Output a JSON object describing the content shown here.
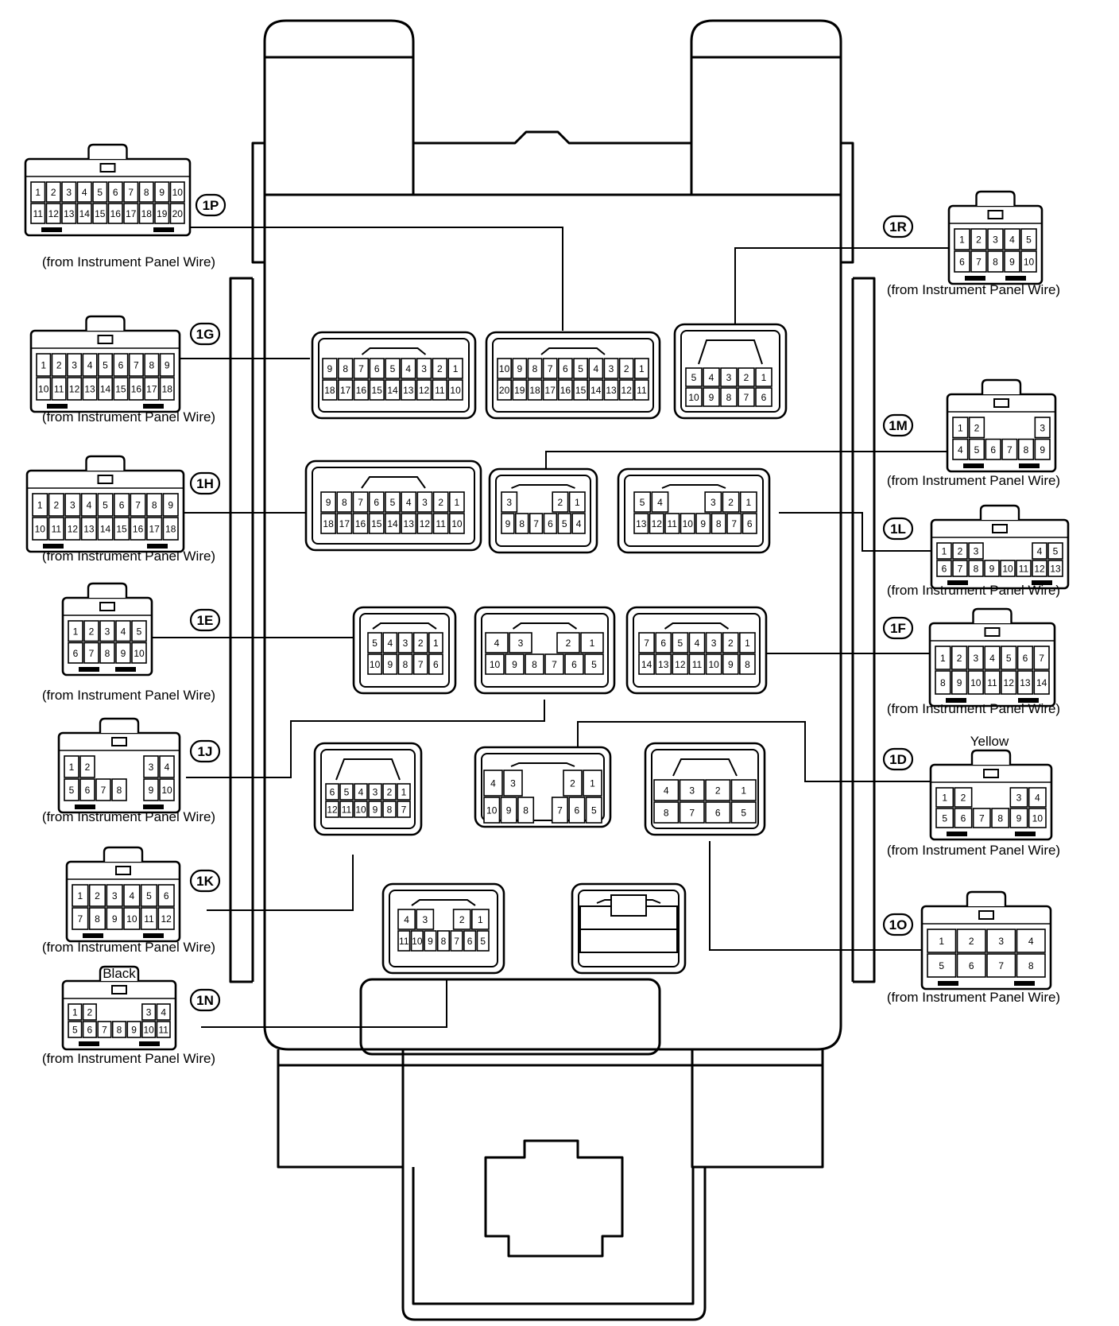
{
  "diagram": {
    "subtitle": "(from Instrument Panel Wire)",
    "connectors": [
      {
        "id": "1P",
        "rows": [
          [
            "1",
            "2",
            "3",
            "4",
            "5",
            "6",
            "7",
            "8",
            "9",
            "10"
          ],
          [
            "11",
            "12",
            "13",
            "14",
            "15",
            "16",
            "17",
            "18",
            "19",
            "20"
          ]
        ]
      },
      {
        "id": "1G",
        "rows": [
          [
            "1",
            "2",
            "3",
            "4",
            "5",
            "6",
            "7",
            "8",
            "9"
          ],
          [
            "10",
            "11",
            "12",
            "13",
            "14",
            "15",
            "16",
            "17",
            "18"
          ]
        ]
      },
      {
        "id": "1H",
        "rows": [
          [
            "1",
            "2",
            "3",
            "4",
            "5",
            "6",
            "7",
            "8",
            "9"
          ],
          [
            "10",
            "11",
            "12",
            "13",
            "14",
            "15",
            "16",
            "17",
            "18"
          ]
        ]
      },
      {
        "id": "1E",
        "rows": [
          [
            "1",
            "2",
            "3",
            "4",
            "5"
          ],
          [
            "6",
            "7",
            "8",
            "9",
            "10"
          ]
        ]
      },
      {
        "id": "1J",
        "rows": [
          [
            "1",
            "2",
            "",
            "",
            "",
            "3",
            "4"
          ],
          [
            "5",
            "6",
            "7",
            "8",
            "",
            "9",
            "10"
          ]
        ]
      },
      {
        "id": "1K",
        "rows": [
          [
            "1",
            "2",
            "3",
            "4",
            "5",
            "6"
          ],
          [
            "7",
            "8",
            "9",
            "10",
            "11",
            "12"
          ]
        ]
      },
      {
        "id": "1N",
        "color": "Black",
        "rows": [
          [
            "1",
            "2",
            "",
            "",
            "",
            "3",
            "4"
          ],
          [
            "5",
            "6",
            "7",
            "8",
            "9",
            "10",
            "11"
          ]
        ]
      },
      {
        "id": "1R",
        "rows": [
          [
            "1",
            "2",
            "3",
            "4",
            "5"
          ],
          [
            "6",
            "7",
            "8",
            "9",
            "10"
          ]
        ]
      },
      {
        "id": "1M",
        "rows": [
          [
            "1",
            "2",
            "",
            "",
            "",
            "3"
          ],
          [
            "4",
            "5",
            "6",
            "7",
            "8",
            "9"
          ]
        ]
      },
      {
        "id": "1L",
        "rows": [
          [
            "1",
            "2",
            "3",
            "",
            "",
            "",
            "4",
            "5"
          ],
          [
            "6",
            "7",
            "8",
            "9",
            "10",
            "11",
            "12",
            "13"
          ]
        ]
      },
      {
        "id": "1F",
        "rows": [
          [
            "1",
            "2",
            "3",
            "4",
            "5",
            "6",
            "7"
          ],
          [
            "8",
            "9",
            "10",
            "11",
            "12",
            "13",
            "14"
          ]
        ]
      },
      {
        "id": "1D",
        "color": "Yellow",
        "rows": [
          [
            "1",
            "2",
            "",
            "",
            "3",
            "4"
          ],
          [
            "5",
            "6",
            "7",
            "8",
            "9",
            "10"
          ]
        ]
      },
      {
        "id": "1O",
        "rows": [
          [
            "1",
            "2",
            "3",
            "4"
          ],
          [
            "5",
            "6",
            "7",
            "8"
          ]
        ]
      }
    ],
    "sockets": [
      {
        "rows": [
          [
            "9",
            "8",
            "7",
            "6",
            "5",
            "4",
            "3",
            "2",
            "1"
          ],
          [
            "18",
            "17",
            "16",
            "15",
            "14",
            "13",
            "12",
            "11",
            "10"
          ]
        ]
      },
      {
        "rows": [
          [
            "10",
            "9",
            "8",
            "7",
            "6",
            "5",
            "4",
            "3",
            "2",
            "1"
          ],
          [
            "20",
            "19",
            "18",
            "17",
            "16",
            "15",
            "14",
            "13",
            "12",
            "11"
          ]
        ]
      },
      {
        "rows": [
          [
            "5",
            "4",
            "3",
            "2",
            "1"
          ],
          [
            "10",
            "9",
            "8",
            "7",
            "6"
          ]
        ]
      },
      {
        "rows": [
          [
            "9",
            "8",
            "7",
            "6",
            "5",
            "4",
            "3",
            "2",
            "1"
          ],
          [
            "18",
            "17",
            "16",
            "15",
            "14",
            "13",
            "12",
            "11",
            "10"
          ]
        ]
      },
      {
        "rows": [
          [
            "3",
            "",
            "",
            "2",
            "1"
          ],
          [
            "9",
            "8",
            "7",
            "6",
            "5",
            "4"
          ]
        ]
      },
      {
        "rows": [
          [
            "5",
            "4",
            "",
            "",
            "3",
            "2",
            "1"
          ],
          [
            "13",
            "12",
            "11",
            "10",
            "9",
            "8",
            "7",
            "6"
          ]
        ]
      },
      {
        "rows": [
          [
            "5",
            "4",
            "3",
            "2",
            "1"
          ],
          [
            "10",
            "9",
            "8",
            "7",
            "6"
          ]
        ]
      },
      {
        "rows": [
          [
            "4",
            "3",
            "",
            "2",
            "1"
          ],
          [
            "10",
            "9",
            "8",
            "7",
            "6",
            "5"
          ]
        ]
      },
      {
        "rows": [
          [
            "7",
            "6",
            "5",
            "4",
            "3",
            "2",
            "1"
          ],
          [
            "14",
            "13",
            "12",
            "11",
            "10",
            "9",
            "8"
          ]
        ]
      },
      {
        "rows": [
          [
            "6",
            "5",
            "4",
            "3",
            "2",
            "1"
          ],
          [
            "12",
            "11",
            "10",
            "9",
            "8",
            "7"
          ]
        ]
      },
      {
        "rows": [
          [
            "4",
            "3",
            "",
            "",
            "2",
            "1"
          ],
          [
            "10",
            "9",
            "8",
            "",
            "7",
            "6",
            "5"
          ]
        ]
      },
      {
        "rows": [
          [
            "4",
            "3",
            "2",
            "1"
          ],
          [
            "8",
            "7",
            "6",
            "5"
          ]
        ]
      },
      {
        "rows": [
          [
            "4",
            "3",
            "",
            "2",
            "1"
          ],
          [
            "11",
            "10",
            "9",
            "8",
            "7",
            "6",
            "5"
          ]
        ]
      },
      {
        "rows": []
      }
    ]
  }
}
